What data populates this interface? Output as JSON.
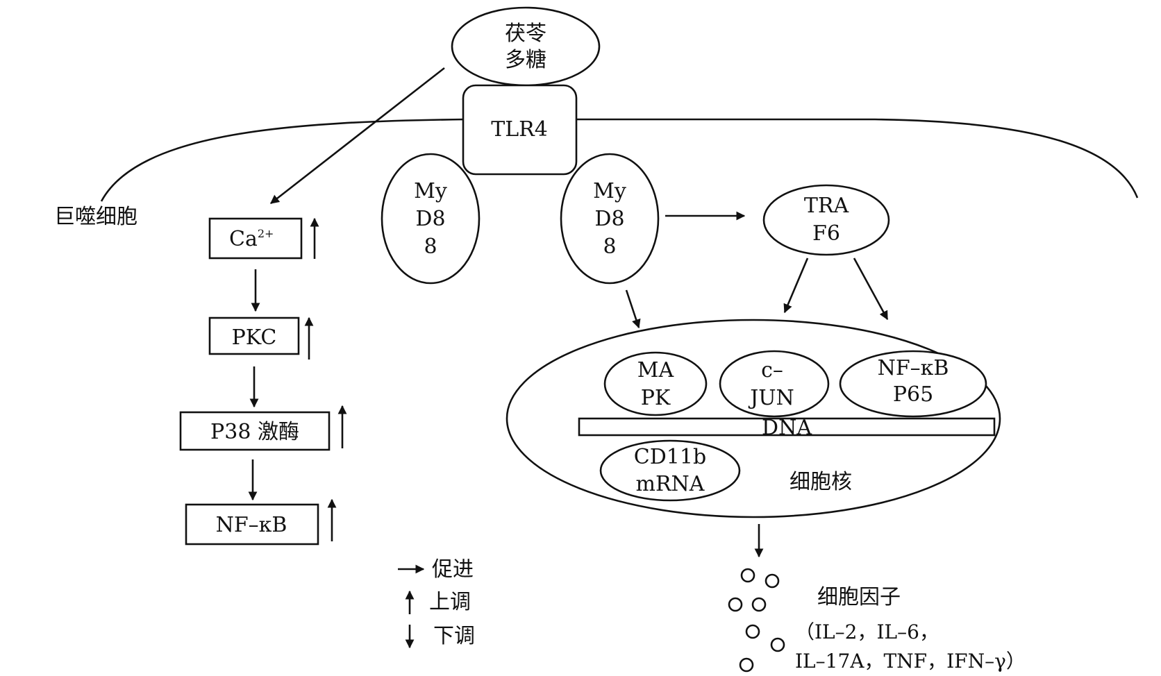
{
  "polysaccharide": {
    "line1": "茯苓",
    "line2": "多糖"
  },
  "receptor": "TLR4",
  "myd88_left": {
    "l1": "My",
    "l2": "D8",
    "l3": "8"
  },
  "myd88_right": {
    "l1": "My",
    "l2": "D8",
    "l3": "8"
  },
  "traf6": {
    "l1": "TRA",
    "l2": "F6"
  },
  "cell_label": "巨噬细胞",
  "cascade": {
    "ca_base": "Ca",
    "ca_sup": "2+",
    "pkc": "PKC",
    "p38": "P38 激酶",
    "nfkb": "NF–κB"
  },
  "nucleus": {
    "label": "细胞核",
    "mapk": {
      "l1": "MA",
      "l2": "PK"
    },
    "cjun": {
      "l1": "c–",
      "l2": "JUN"
    },
    "nfkb_p65": {
      "l1": "NF–κB",
      "l2": "P65"
    },
    "dna": "DNA",
    "cd11b": {
      "l1": "CD11b",
      "l2": "mRNA"
    }
  },
  "cytokines": {
    "label": "细胞因子",
    "list_line1": "（IL–2，IL–6，",
    "list_line2": "IL–17A，TNF，IFN–γ）"
  },
  "legend": {
    "promote": "促进",
    "up": "上调",
    "down": "下调"
  }
}
